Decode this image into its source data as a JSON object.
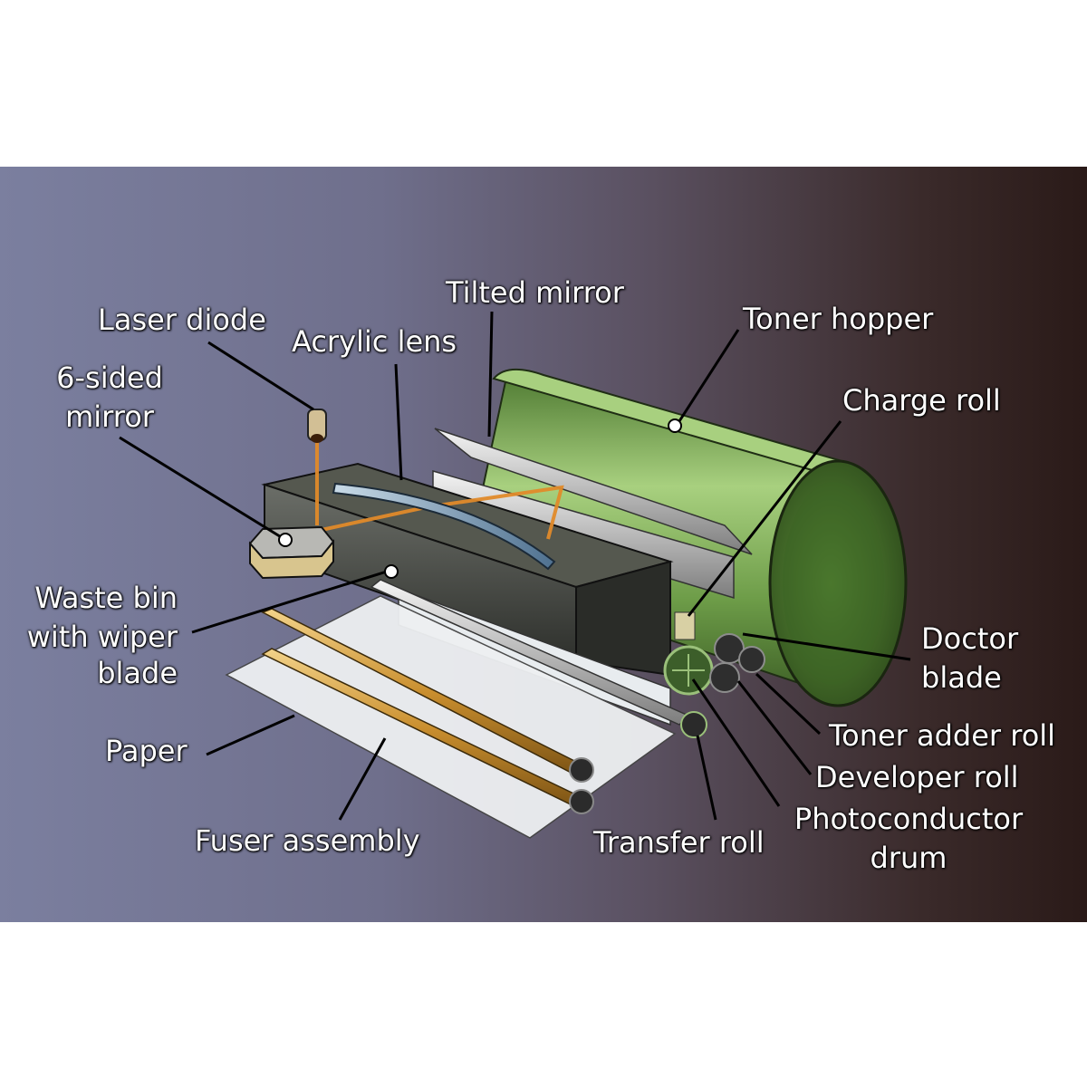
{
  "labels": {
    "laser_diode": "Laser diode",
    "acrylic_lens": "Acrylic lens",
    "tilted_mirror": "Tilted mirror",
    "toner_hopper": "Toner hopper",
    "charge_roll": "Charge roll",
    "six_sided_mirror_1": "6-sided",
    "six_sided_mirror_2": "mirror",
    "waste_bin_1": "Waste bin",
    "waste_bin_2": "with wiper",
    "waste_bin_3": "blade",
    "doctor_blade_1": "Doctor",
    "doctor_blade_2": "blade",
    "toner_adder_roll": "Toner adder roll",
    "developer_roll": "Developer roll",
    "photoconductor_drum_1": "Photoconductor",
    "photoconductor_drum_2": "drum",
    "paper": "Paper",
    "fuser_assembly": "Fuser assembly",
    "transfer_roll": "Transfer roll"
  },
  "colors": {
    "toner_hopper": "#7fae5a",
    "laser_beam": "#e08a2a",
    "fuser_rolls": "#d9a040",
    "leader_lines": "#000000"
  }
}
